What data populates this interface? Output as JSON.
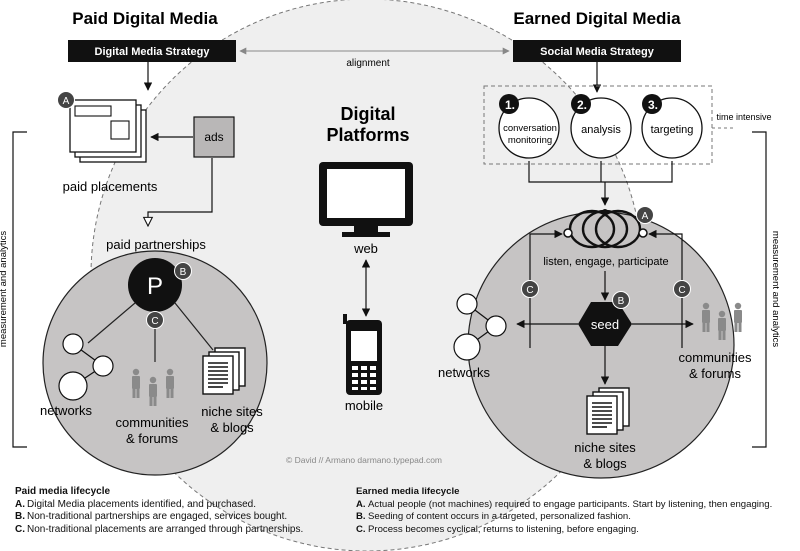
{
  "paid": {
    "title": "Paid Digital Media",
    "strategy": "Digital Media Strategy",
    "placements_label": "paid placements",
    "ads_label": "ads",
    "partnerships_label": "paid partnerships",
    "p_label": "P",
    "networks_label": "networks",
    "communities_label": [
      "communities",
      "& forums"
    ],
    "niche_label": [
      "niche sites",
      "& blogs"
    ]
  },
  "earned": {
    "title": "Earned Digital Media",
    "strategy": "Social Media Strategy",
    "steps": [
      {
        "num": "1.",
        "label": [
          "conversation",
          "monitoring"
        ]
      },
      {
        "num": "2.",
        "label": [
          "analysis"
        ]
      },
      {
        "num": "3.",
        "label": [
          "targeting"
        ]
      }
    ],
    "time_intensive": "time intensive",
    "listen_label": "listen, engage, participate",
    "seed_label": "seed",
    "networks_label": "networks",
    "communities_label": [
      "communities",
      "& forums"
    ],
    "niche_label": [
      "niche sites",
      "& blogs"
    ]
  },
  "center": {
    "alignment": "alignment",
    "title": [
      "Digital",
      "Platforms"
    ],
    "web_label": "web",
    "mobile_label": "mobile",
    "credit": "© David // Armano  darmano.typepad.com"
  },
  "side_labels": {
    "left": "measurement and analytics",
    "right": "measurement and analytics"
  },
  "markers": {
    "a": "A",
    "b": "B",
    "c": "C"
  },
  "paid_lifecycle": {
    "title": "Paid media lifecycle",
    "items": [
      {
        "letter": "A.",
        "text": "Digital Media placements identified, and purchased."
      },
      {
        "letter": "B.",
        "text": "Non-traditional partnerships are engaged, services bought."
      },
      {
        "letter": "C.",
        "text": "Non-traditional placements are arranged through partnerships."
      }
    ]
  },
  "earned_lifecycle": {
    "title": "Earned media lifecycle",
    "items": [
      {
        "letter": "A.",
        "text": "Actual people (not machines) required to engage participants. Start by listening, then engaging."
      },
      {
        "letter": "B.",
        "text": "Seeding of content occurs in a targeted, personalized fashion."
      },
      {
        "letter": "C.",
        "text": "Process becomes cyclical, returns to listening, before engaging."
      }
    ]
  },
  "colors": {
    "ink": "#111111",
    "big_circle": "#efefef",
    "small_circle": "#c6c4c4",
    "gray_box": "#b9b7b7",
    "person": "#8a8a8a"
  }
}
